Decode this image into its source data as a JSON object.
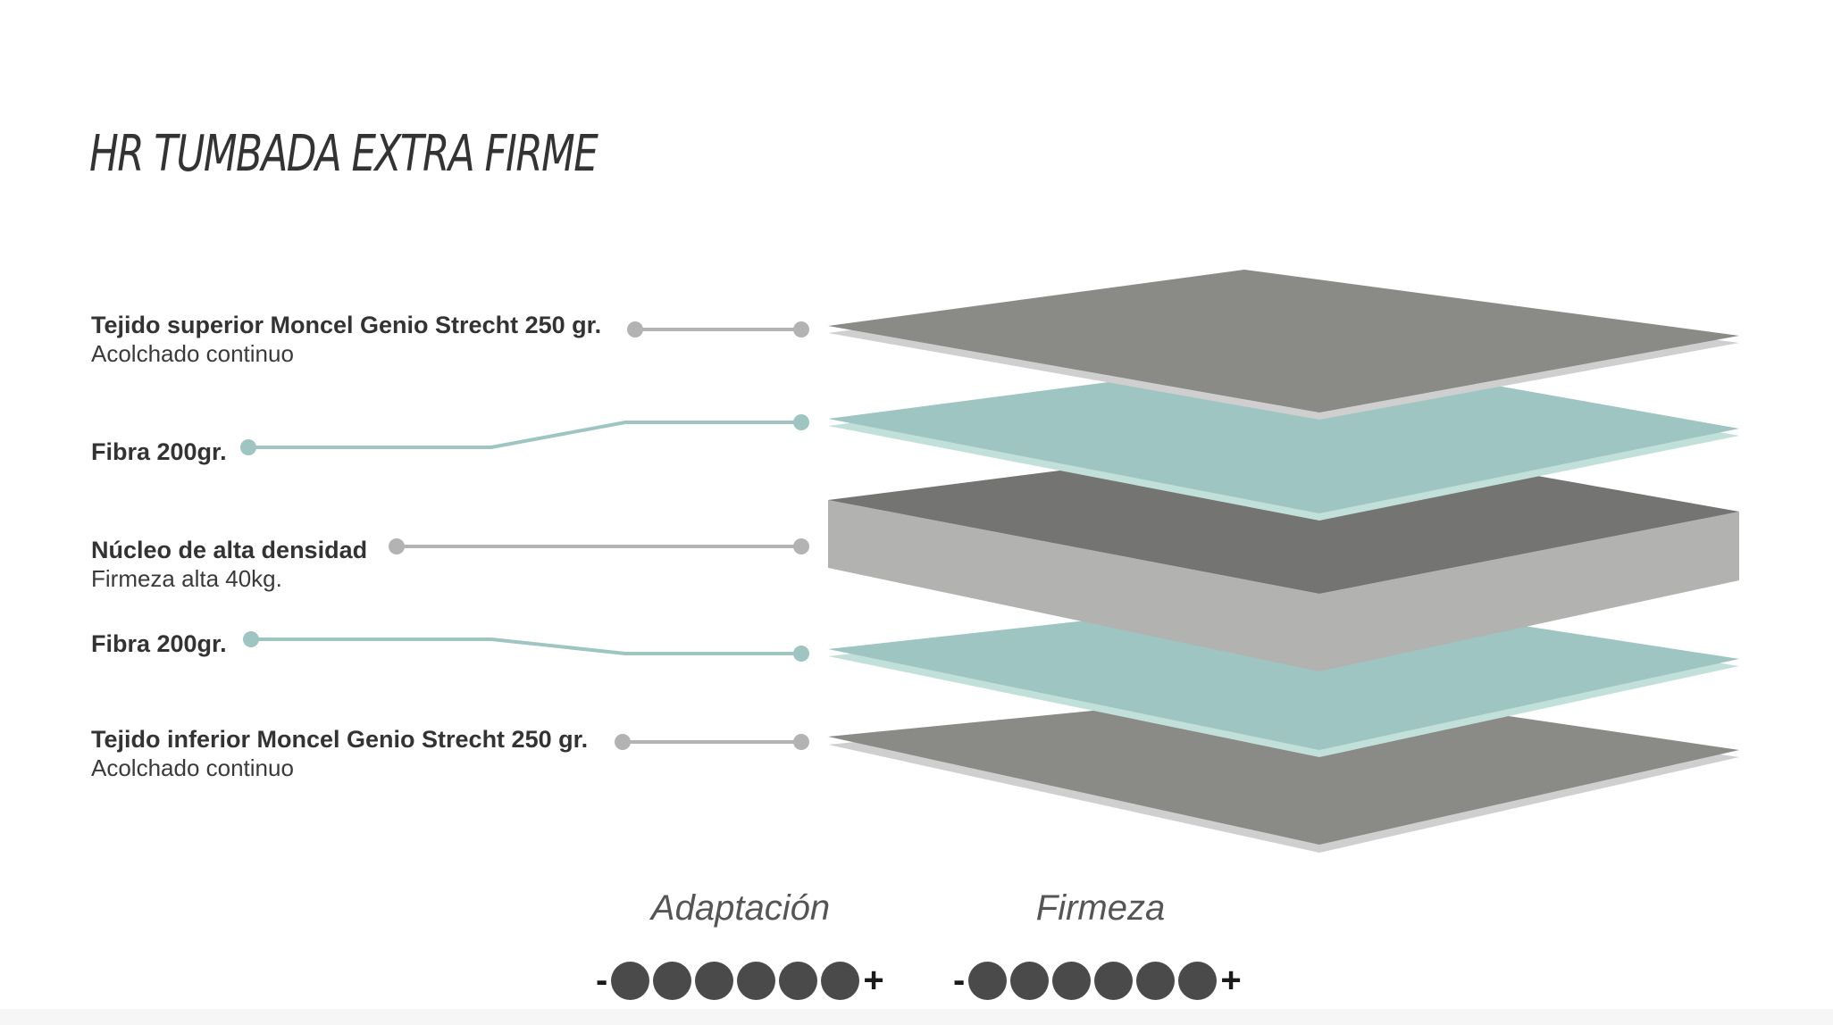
{
  "title": "HR TUMBADA EXTRA FIRME",
  "layers": [
    {
      "name": "Tejido superior Moncel Genio Strecht 250 gr.",
      "detail": "Acolchado continuo",
      "color": "#8a8a87"
    },
    {
      "name": "Fibra 200gr.",
      "detail": "",
      "color": "#9ec5c1"
    },
    {
      "name": "Núcleo de alta densidad",
      "detail": "Firmeza alta 40kg.",
      "color": "#747472"
    },
    {
      "name": "Fibra 200gr.",
      "detail": "",
      "color": "#9ec5c1"
    },
    {
      "name": "Tejido inferior Moncel Genio Strecht 250 gr.",
      "detail": "Acolchado continuo",
      "color": "#8a8a87"
    }
  ],
  "colors": {
    "gray_connector": "#b3b3b3",
    "teal_connector": "#9ec5c1",
    "core_side": "#b2b2b0",
    "dot_fill": "#4a4a4a"
  },
  "ratings": [
    {
      "label": "Adaptación",
      "minus": "-",
      "plus": "+",
      "level": 6,
      "max": 6
    },
    {
      "label": "Firmeza",
      "minus": "-",
      "plus": "+",
      "level": 6,
      "max": 6
    }
  ]
}
